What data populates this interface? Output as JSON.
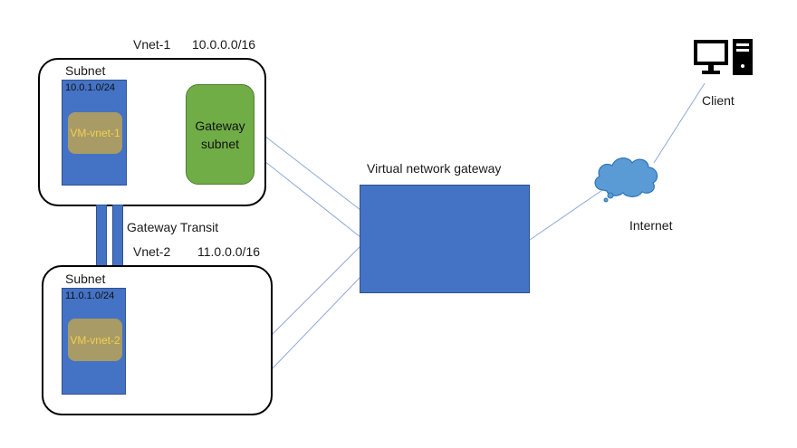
{
  "vnet1": {
    "label": "Vnet-1",
    "cidr": "10.0.0.0/16",
    "subnet_label": "Subnet",
    "subnet_cidr": "10.0.1.0/24",
    "vm_label": "VM-vnet-1",
    "gateway_subnet_line1": "Gateway",
    "gateway_subnet_line2": "subnet"
  },
  "vnet2": {
    "label": "Vnet-2",
    "cidr": "11.0.0.0/16",
    "subnet_label": "Subnet",
    "subnet_cidr": "11.0.1.0/24",
    "vm_label": "VM-vnet-2"
  },
  "transit_label": "Gateway Transit",
  "gateway_label": "Virtual network gateway",
  "internet_label": "Internet",
  "client_label": "Client",
  "colors": {
    "subnet_blue": "#4472c4",
    "gateway_subnet_green": "#70ad47",
    "vm_fill": "#a89b66",
    "vm_text": "#f2d04f",
    "link_line": "#8fa8d8",
    "cloud": "#5b9bd5"
  },
  "icons": [
    "cloud-icon",
    "computer-icon"
  ]
}
